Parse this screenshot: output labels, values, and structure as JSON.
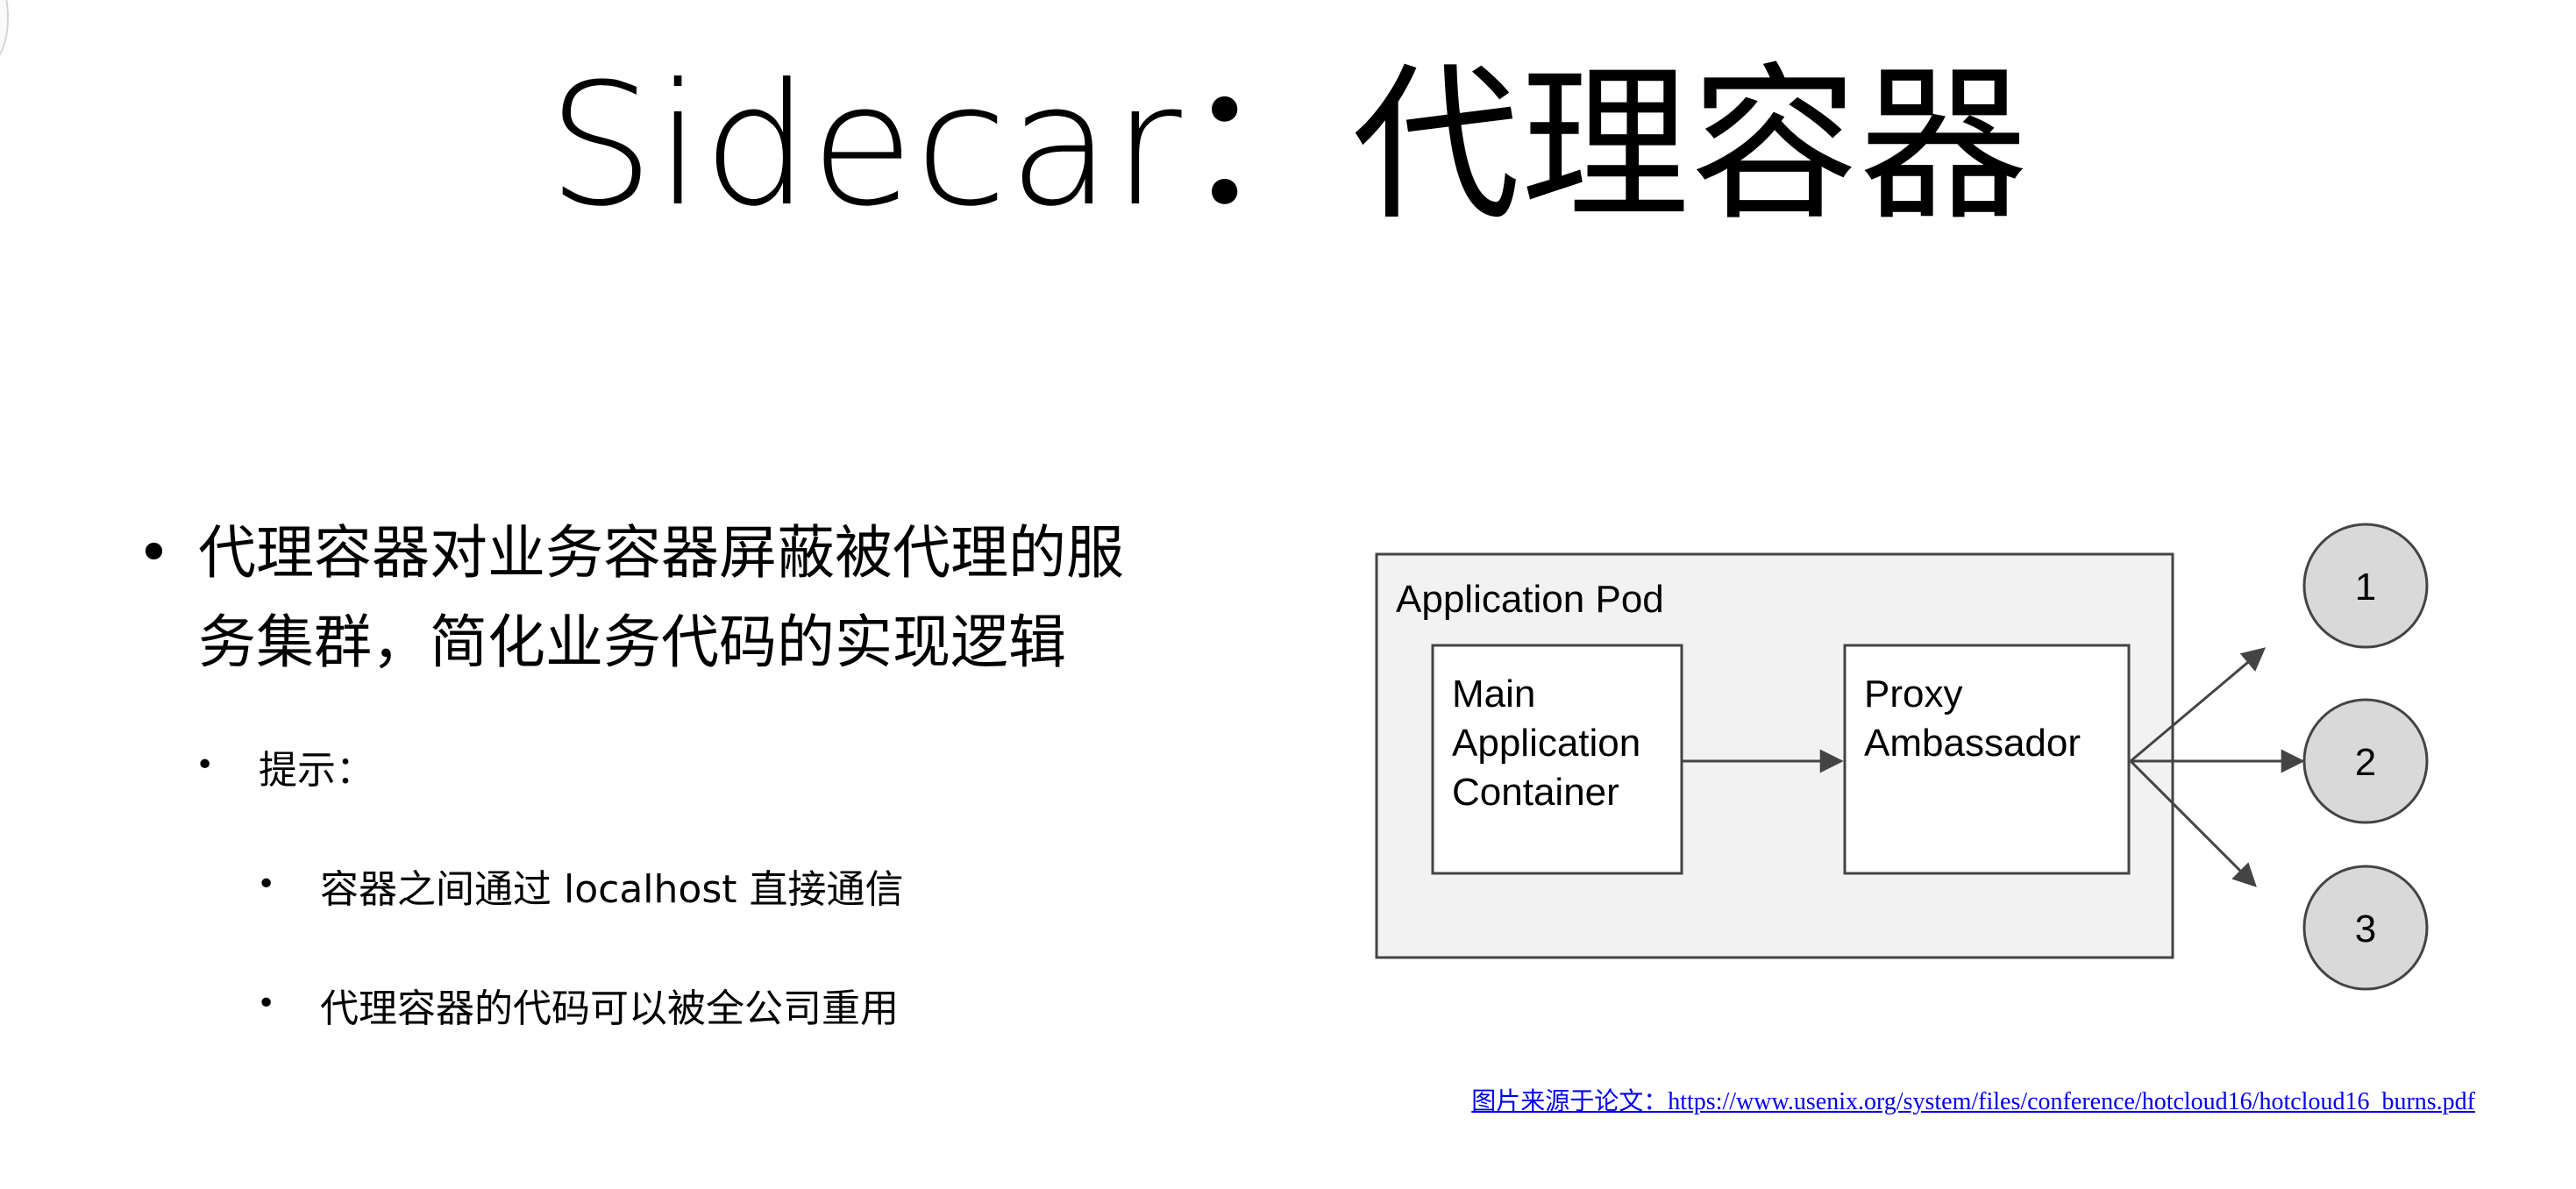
{
  "slide": {
    "title": "Sidecar：代理容器",
    "bullets": {
      "main_line1": "代理容器对业务容器屏蔽被代理的服",
      "main_line2": "务集群，简化业务代码的实现逻辑",
      "hint": "提示：",
      "sub1": "容器之间通过 localhost 直接通信",
      "sub2": "代理容器的代码可以被全公司重用"
    },
    "bullet_glyph": "•",
    "source_note": "图片来源于论文：https://www.usenix.org/system/files/conference/hotcloud16/hotcloud16_burns.pdf"
  },
  "diagram": {
    "pod_label": "Application Pod",
    "main_container": [
      "Main",
      "Application",
      "Container"
    ],
    "proxy": [
      "Proxy",
      "Ambassador"
    ],
    "services": [
      "1",
      "2",
      "3"
    ],
    "colors": {
      "pod_fill": "#f2f2f2",
      "box_fill": "#ffffff",
      "circle_fill": "#d9d9d9",
      "stroke": "#444444",
      "link": "#0000ee"
    }
  }
}
